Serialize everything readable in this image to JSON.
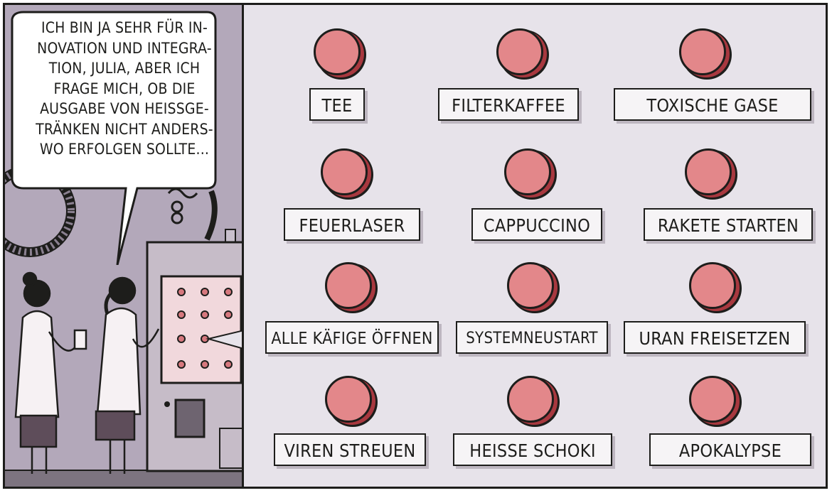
{
  "speech_bubble": {
    "text": "ICH BIN JA SEHR FÜR IN-\nNOVATION UND INTEGRA-\nTION, JULIA, ABER ICH\nFRAGE MICH, OB DIE\nAUSGABE VON HEISSGE-\nTRÄNKEN NICHT ANDERS-\nWO ERFOLGEN SOLLTE..."
  },
  "control_panel": {
    "buttons": [
      {
        "label": "TEE"
      },
      {
        "label": "FILTERKAFFEE"
      },
      {
        "label": "TOXISCHE GASE"
      },
      {
        "label": "FEUERLASER"
      },
      {
        "label": "CAPPUCCINO"
      },
      {
        "label": "RAKETE STARTEN"
      },
      {
        "label": "ALLE KÄFIGE ÖFFNEN"
      },
      {
        "label": "SYSTEMNEUSTART"
      },
      {
        "label": "URAN FREISETZEN"
      },
      {
        "label": "VIREN STREUEN"
      },
      {
        "label": "HEISSE SCHOKI"
      },
      {
        "label": "APOKALYPSE"
      }
    ]
  },
  "colors": {
    "button_red": "#e3878a",
    "panel_bg": "#e7e3ea",
    "scene_bg": "#b3a8ba",
    "ink": "#1d1d1b"
  }
}
